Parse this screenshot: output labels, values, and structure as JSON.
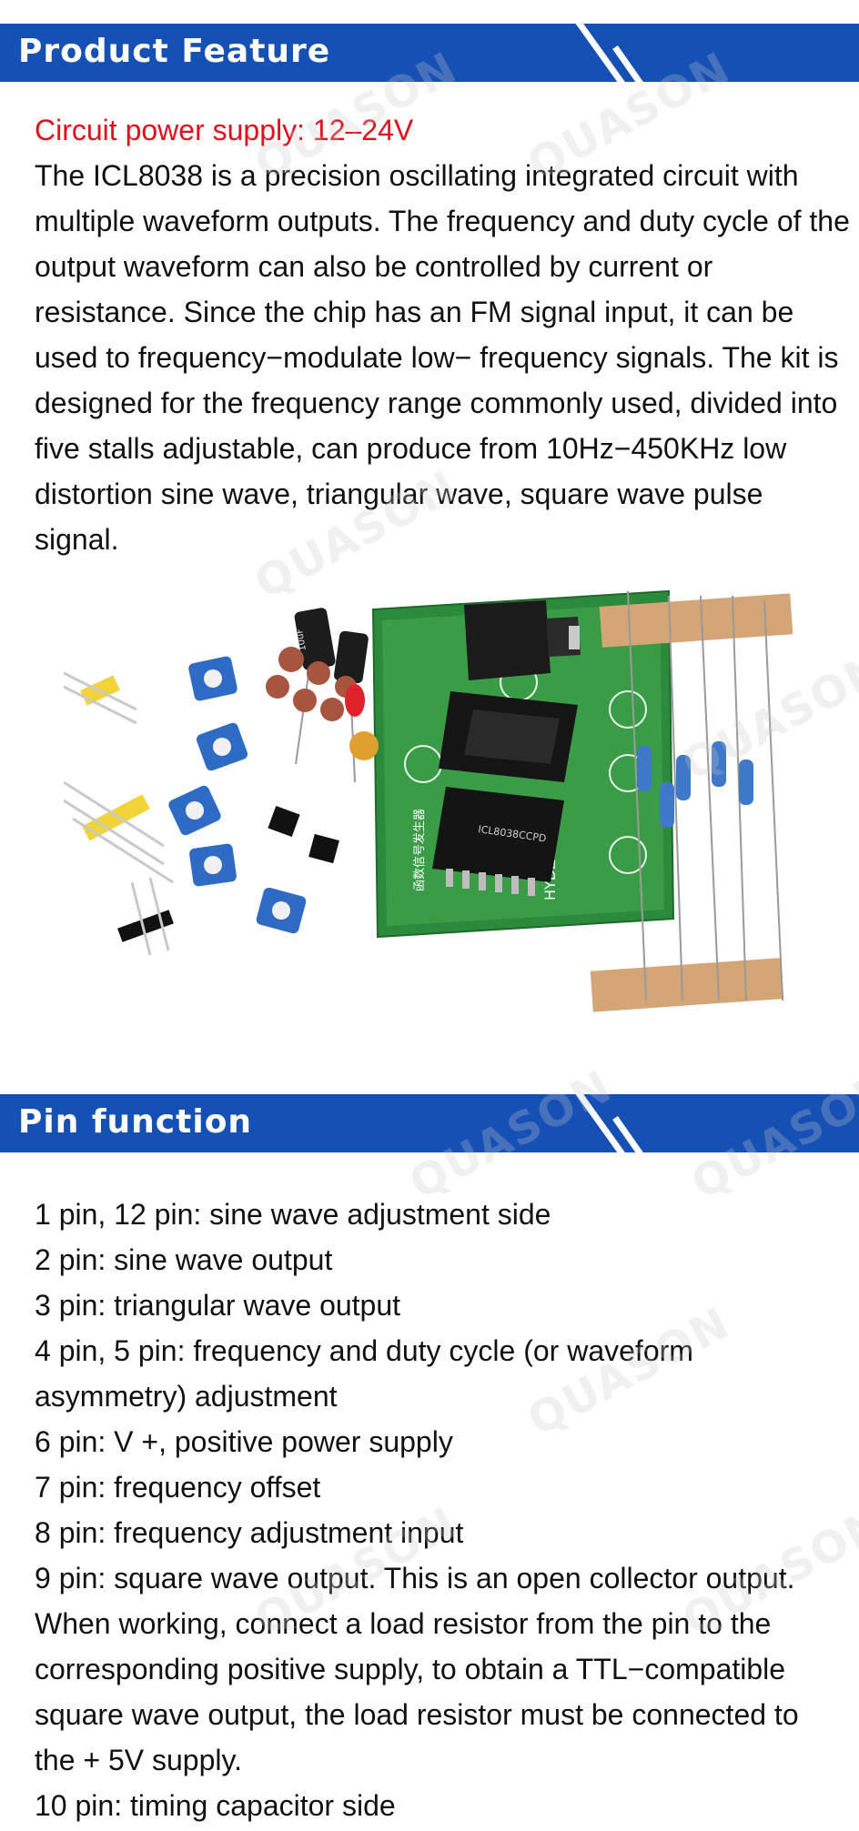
{
  "colors": {
    "banner": "#1550b4",
    "banner_text": "#ffffff",
    "highlight": "#e0111b",
    "body_text": "#111111"
  },
  "section1": {
    "title": "Product Feature",
    "supply": "Circuit power supply: 12‒24V",
    "description": "The ICL8038 is a precision oscillating integrated circuit with multiple waveform outputs. The frequency and duty cycle of the output waveform can also be controlled by current or resistance. Since the chip has an FM signal input, it can be used to frequency−modulate low− frequency signals. The kit is designed for the frequency range commonly used, divided into five stalls adjustable, can produce from 10Hz−450KHz low distortion sine wave, triangular wave, square wave pulse signal."
  },
  "photo": {
    "board_labels": {
      "brand": "HYDZ",
      "chip": "ICL8038CCPD",
      "cap": "10uF",
      "title_cn": "函数信号发生器"
    }
  },
  "section2": {
    "title": "Pin function",
    "pins": [
      "1 pin, 12 pin: sine wave adjustment side",
      "2 pin: sine wave output",
      "3 pin: triangular wave output",
      "4 pin, 5 pin: frequency and duty cycle (or waveform asymmetry) adjustment",
      "6 pin: V +, positive power supply",
      "7 pin: frequency offset",
      "8 pin: frequency adjustment input",
      "9 pin: square wave output. This is an open collector output. When working, connect a load resistor from the pin to the corresponding positive supply, to obtain a TTL−compatible square wave output, the load resistor must be connected to the + 5V supply.",
      "10 pin: timing capacitor side"
    ]
  },
  "watermark": "QUASON"
}
